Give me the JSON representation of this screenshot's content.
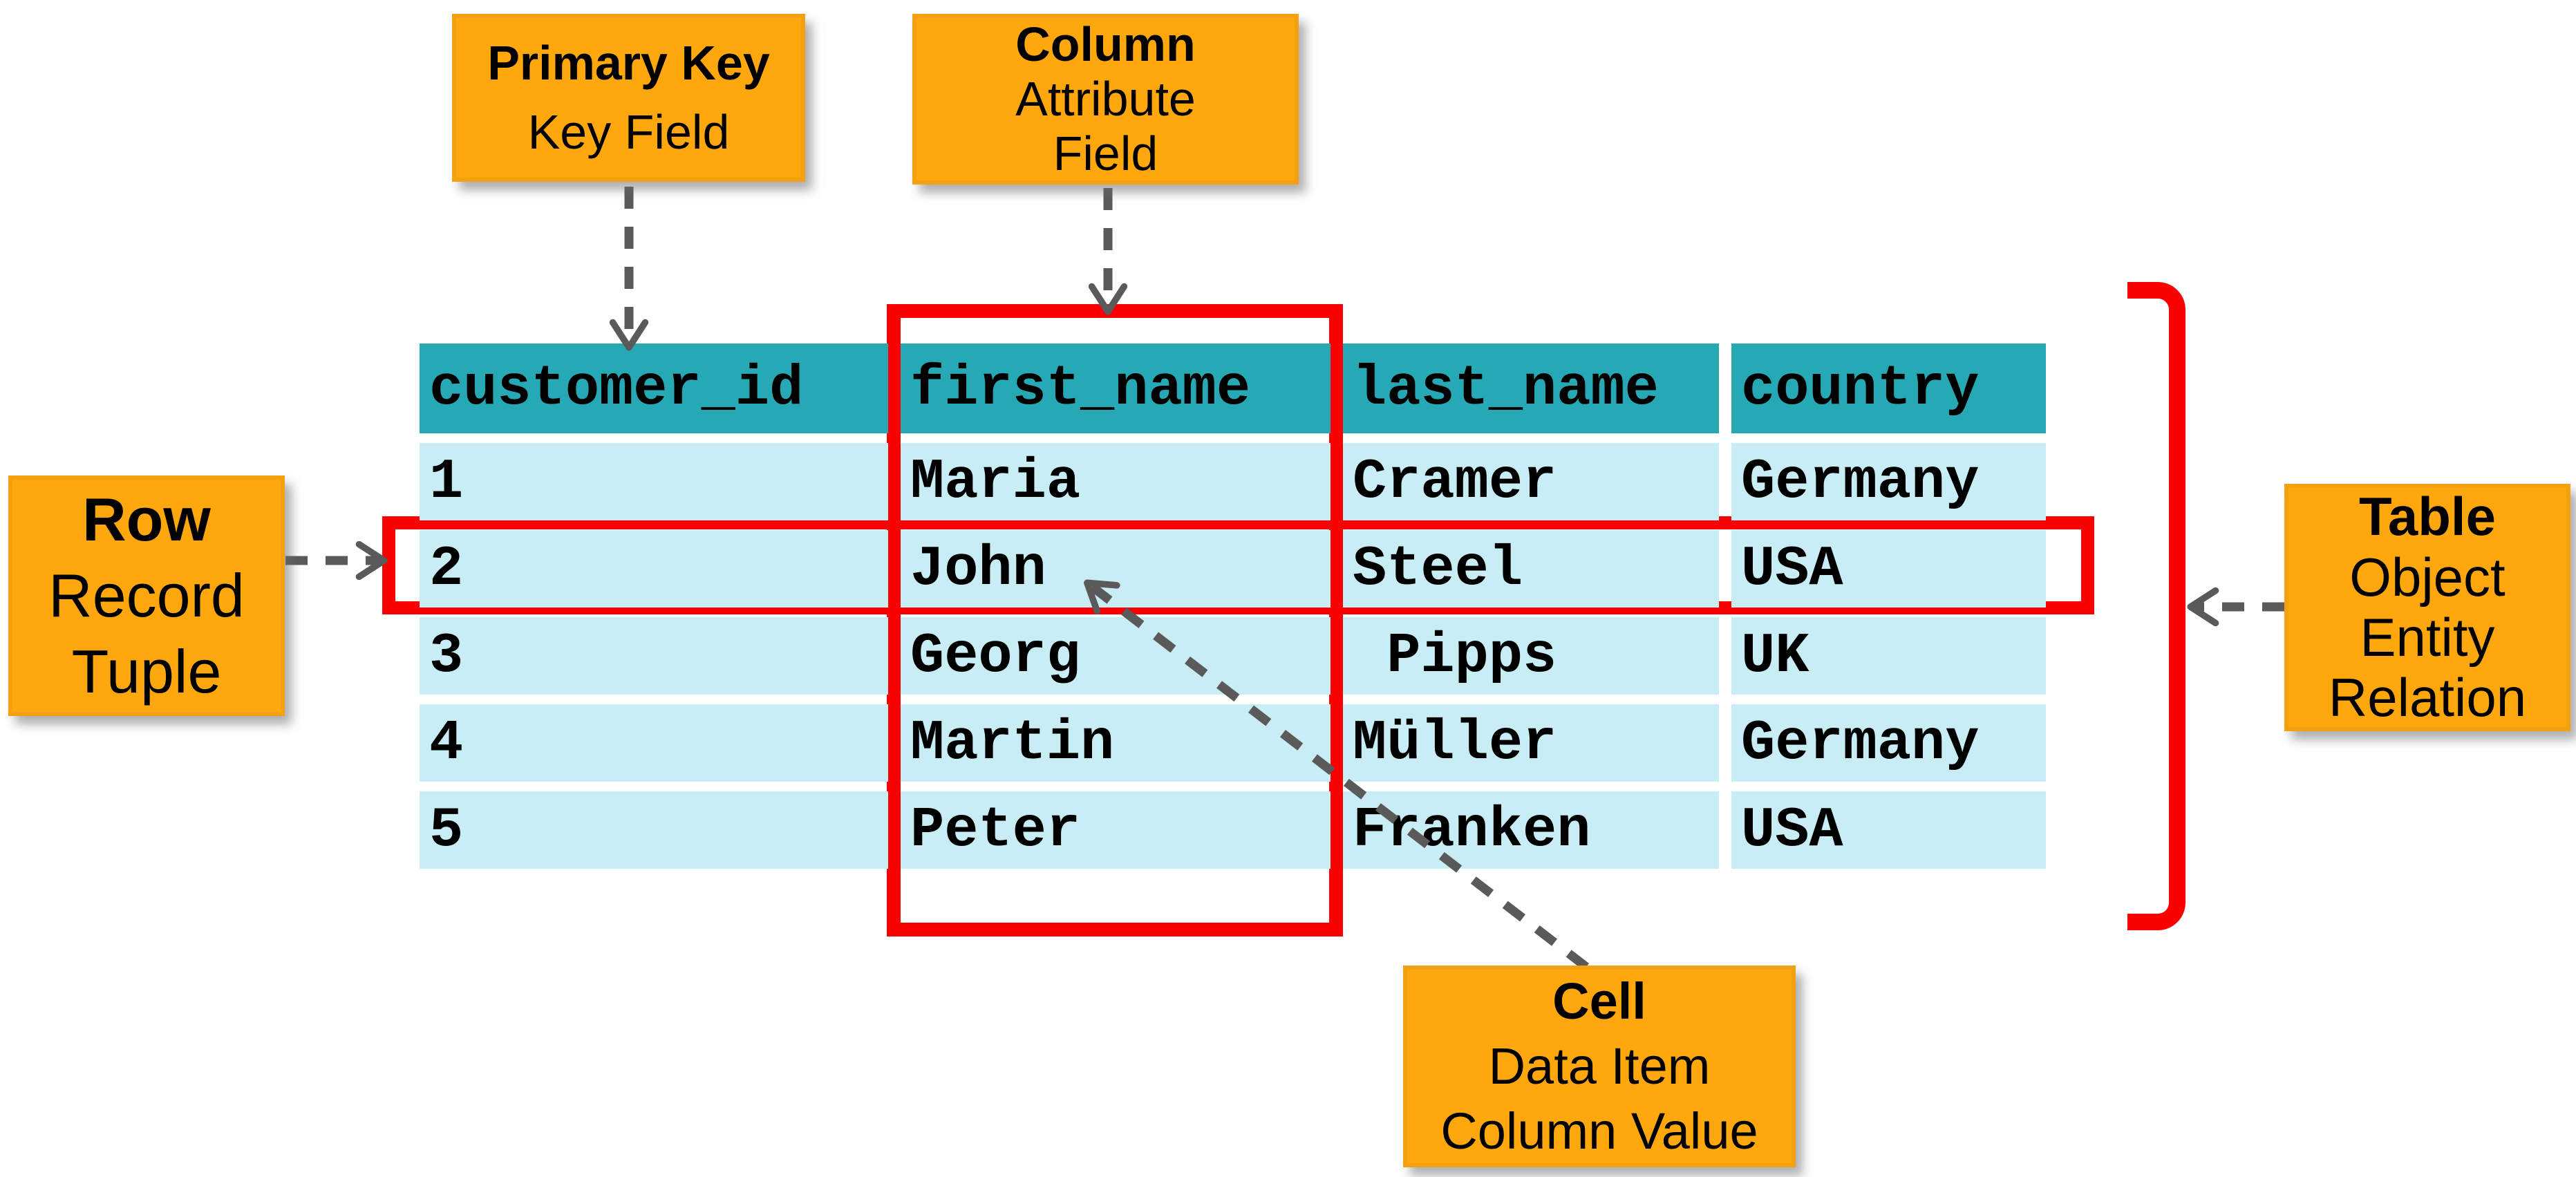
{
  "diagram": {
    "topic": "Relational database table terminology",
    "callouts": {
      "primary_key": {
        "title": "Primary Key",
        "lines": [
          "Key Field"
        ]
      },
      "column": {
        "title": "Column",
        "lines": [
          "Attribute",
          "Field"
        ]
      },
      "row": {
        "title": "Row",
        "lines": [
          "Record",
          "Tuple"
        ]
      },
      "table": {
        "title": "Table",
        "lines": [
          "Object",
          "Entity",
          "Relation"
        ]
      },
      "cell": {
        "title": "Cell",
        "lines": [
          "Data Item",
          "Column Value"
        ]
      }
    },
    "table": {
      "columns": [
        "customer_id",
        "first_name",
        "last_name",
        "country"
      ],
      "rows": [
        [
          "1",
          "Maria",
          "Cramer",
          "Germany"
        ],
        [
          "2",
          "John",
          "Steel",
          "USA"
        ],
        [
          "3",
          "Georg",
          " Pipps",
          "UK"
        ],
        [
          "4",
          "Martin",
          "Müller",
          "Germany"
        ],
        [
          "5",
          "Peter",
          "Franken",
          "USA"
        ]
      ],
      "highlighted_column": "first_name",
      "highlighted_row": "2",
      "highlighted_cell": "John"
    },
    "colors": {
      "callout_orange": "#FFA80D",
      "header_teal": "#26A9B4",
      "row_light_blue": "#C9EDF4",
      "highlight_red": "#FB0000",
      "arrow_gray": "#5A5A5A",
      "text_black": "#000000",
      "background": "#FFFFFF"
    }
  }
}
